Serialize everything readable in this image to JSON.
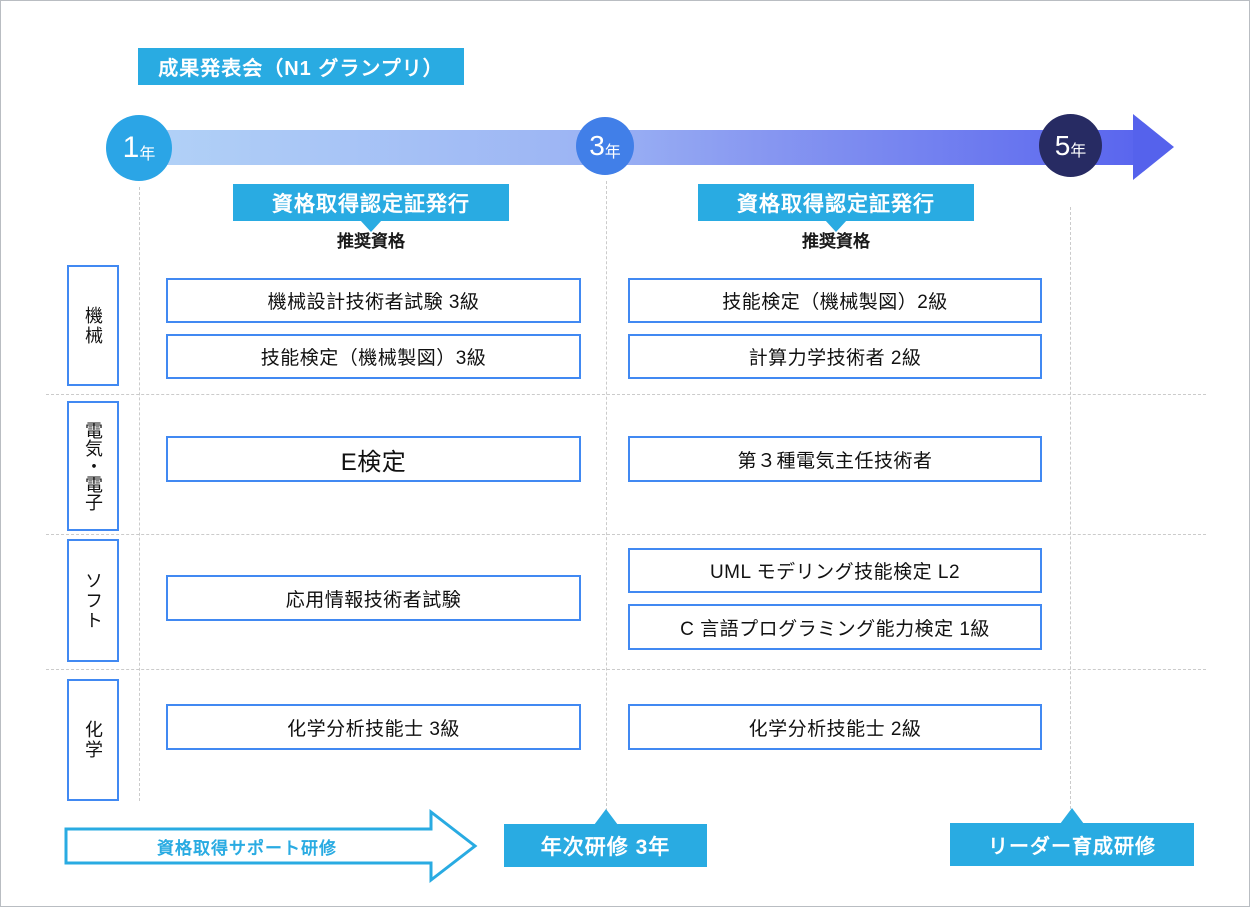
{
  "title_badge": "成果発表会（N1 グランプリ）",
  "timeline": {
    "milestones": [
      {
        "num": "1",
        "unit": "年"
      },
      {
        "num": "3",
        "unit": "年"
      },
      {
        "num": "5",
        "unit": "年"
      }
    ]
  },
  "cert_issue": {
    "left_label": "資格取得認定証発行",
    "right_label": "資格取得認定証発行",
    "left_caption": "推奨資格",
    "right_caption": "推奨資格"
  },
  "rows": [
    {
      "category": "機械",
      "left": [
        "機械設計技術者試験 3級",
        "技能検定（機械製図）3級"
      ],
      "right": [
        "技能検定（機械製図）2級",
        "計算力学技術者 2級"
      ]
    },
    {
      "category": "電気・電子",
      "left": [
        "E検定"
      ],
      "right": [
        "第３種電気主任技術者"
      ]
    },
    {
      "category": "ソフト",
      "left": [
        "応用情報技術者試験"
      ],
      "right": [
        "UML モデリング技能検定 L2",
        "C 言語プログラミング能力検定 1級"
      ]
    },
    {
      "category": "化学",
      "left": [
        "化学分析技能士 3級"
      ],
      "right": [
        "化学分析技能士 2級"
      ]
    }
  ],
  "bottom": {
    "support_training": "資格取得サポート研修",
    "annual_training": "年次研修 3年",
    "leader_training": "リーダー育成研修"
  },
  "colors": {
    "cyan": "#29ABE2",
    "box_border": "#4189f2",
    "milestone1": "#2ba5e6",
    "milestone3": "#417fe8",
    "milestone5": "#272b63",
    "bar_start": "#b2d2f7",
    "bar_end": "#5a66ee"
  }
}
